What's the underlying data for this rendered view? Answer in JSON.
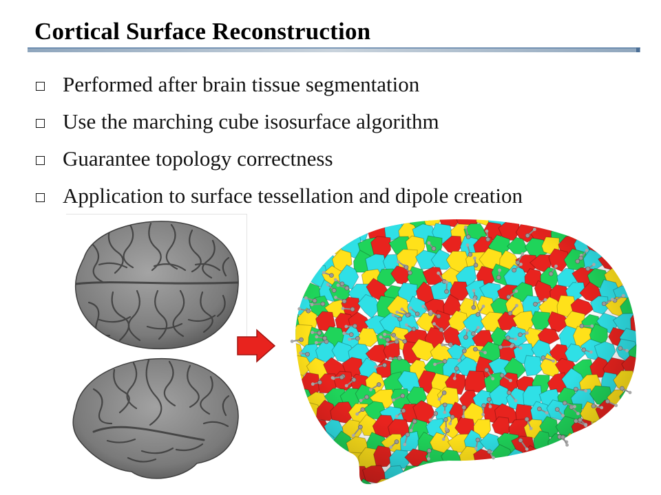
{
  "slide": {
    "title": "Cortical Surface Reconstruction",
    "bullets": [
      "Performed after brain tissue segmentation",
      "Use the marching cube isosurface algorithm",
      "Guarantee topology correctness",
      "Application to surface tessellation and dipole creation"
    ]
  },
  "figures": {
    "brain_top": "gray-brain-top-view",
    "brain_side": "gray-brain-side-view",
    "arrow": "right-arrow-icon",
    "tessellated": "colored-tessellated-brain-with-dipoles"
  },
  "colors": {
    "accent_rule": "#5b7fa6",
    "arrow_red": "#e8231e",
    "patch_colors": [
      "#e8231e",
      "#ffe11a",
      "#1fd45a",
      "#2fe0e6"
    ]
  }
}
